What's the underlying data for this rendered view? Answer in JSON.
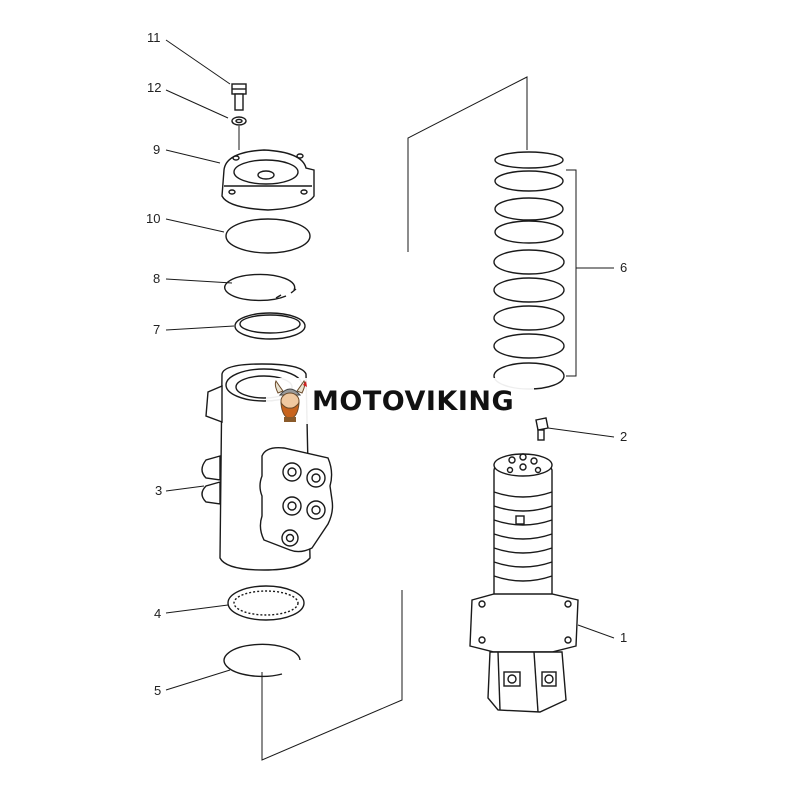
{
  "callouts": {
    "c1": "1",
    "c2": "2",
    "c3": "3",
    "c4": "4",
    "c5": "5",
    "c6": "6",
    "c7": "7",
    "c8": "8",
    "c9": "9",
    "c10": "10",
    "c11": "11",
    "c12": "12"
  },
  "watermark": {
    "text": "MOTOVIKING",
    "logo_icon": "viking-mascot-icon"
  },
  "colors": {
    "ink": "#1a1a1a",
    "logo_orange": "#c8641e",
    "background": "#ffffff"
  }
}
